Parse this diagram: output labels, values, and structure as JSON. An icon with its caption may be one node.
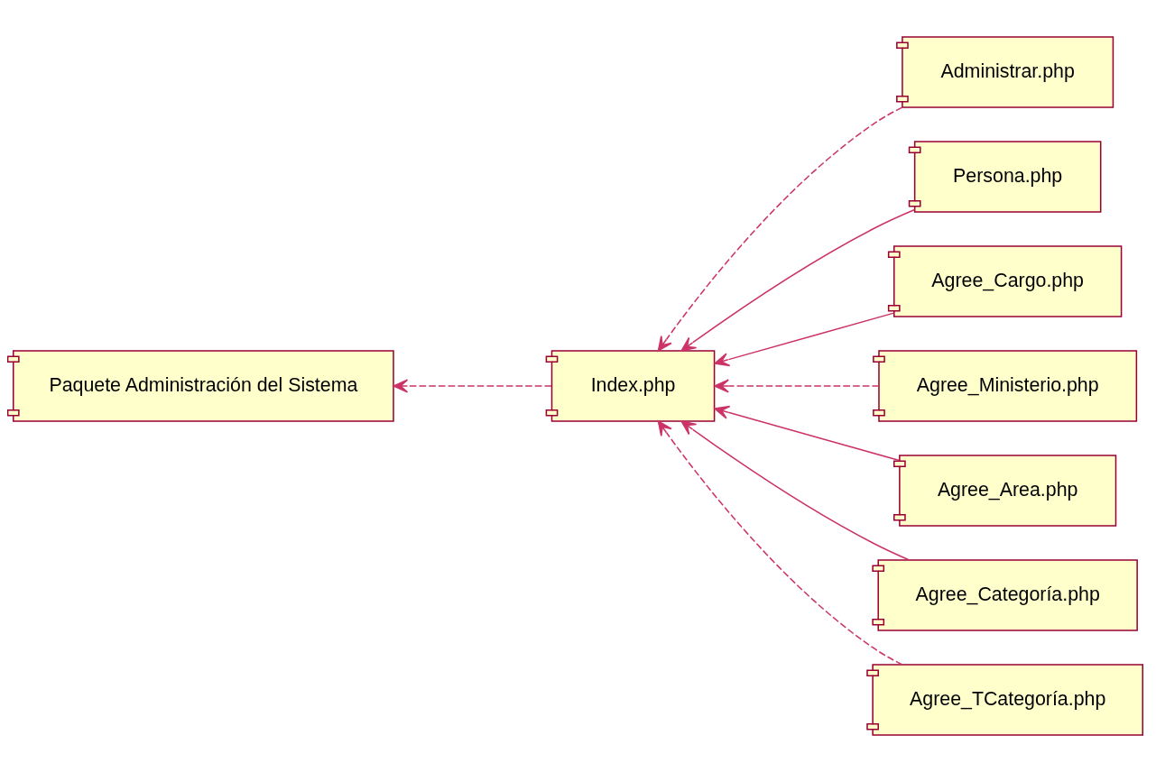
{
  "diagram": {
    "nodes": [
      {
        "text": [
          "Paquete Administración del Sistema"
        ]
      },
      {
        "text": [
          "Administrar.php"
        ]
      },
      {
        "text": [
          "Persona.php"
        ]
      },
      {
        "text": [
          "Agree_Cargo.php"
        ]
      },
      {
        "text": [
          "Index.php"
        ]
      },
      {
        "text": [
          "Agree_Ministerio.php"
        ]
      },
      {
        "text": [
          "Agree_Area.php"
        ]
      },
      {
        "text": [
          "Agree_Categoría.php"
        ]
      },
      {
        "text": [
          "Agree_TCategoría.php"
        ]
      }
    ],
    "edges": [
      {
        "from": 1,
        "to": 4,
        "arrow": "to",
        "style": "dashed"
      },
      {
        "from": 2,
        "to": 4,
        "arrow": "to"
      },
      {
        "from": 3,
        "to": 4,
        "arrow": "to"
      },
      {
        "from": 5,
        "to": 4,
        "arrow": "to",
        "style": "dashed"
      },
      {
        "from": 6,
        "to": 4,
        "arrow": "to"
      },
      {
        "from": 7,
        "to": 4,
        "arrow": "to"
      },
      {
        "from": 8,
        "to": 4,
        "arrow": "to",
        "style": "dashed"
      },
      {
        "from": 4,
        "to": 0,
        "arrow": "to",
        "style": "dashed"
      }
    ]
  }
}
